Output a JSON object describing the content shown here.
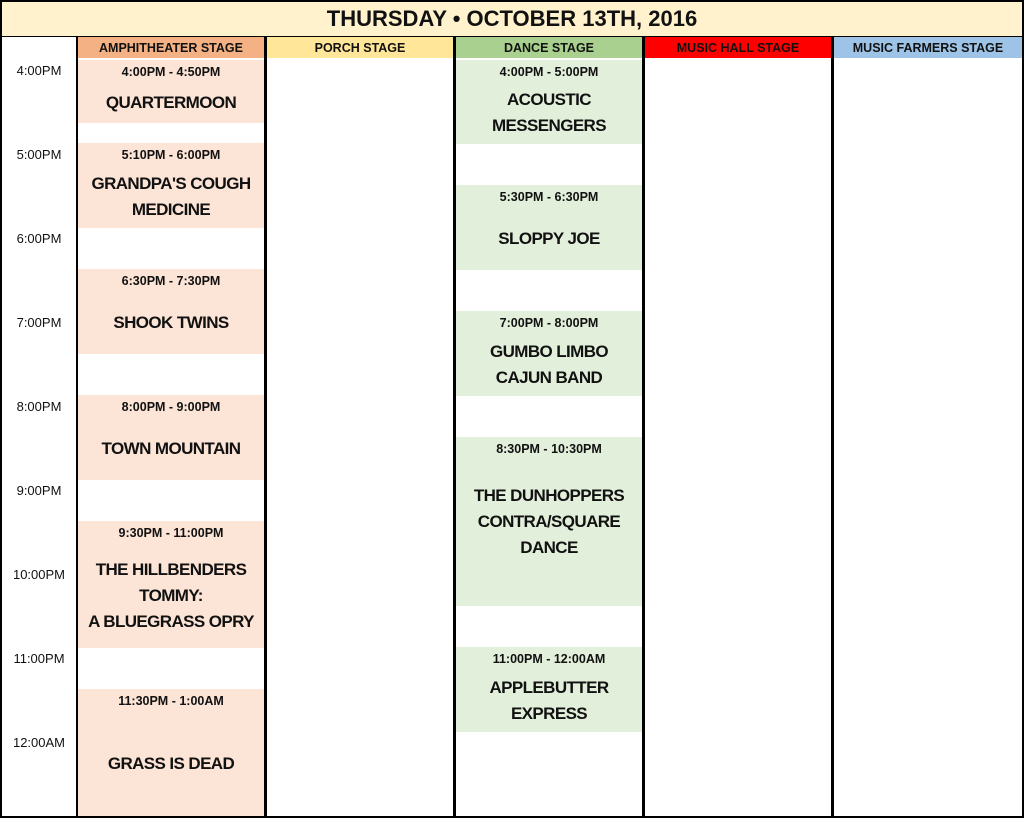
{
  "title": "THURSDAY • OCTOBER 13TH, 2016",
  "times": [
    "4:00PM",
    "5:00PM",
    "6:00PM",
    "7:00PM",
    "8:00PM",
    "9:00PM",
    "10:00PM",
    "11:00PM",
    "12:00AM"
  ],
  "stages": [
    {
      "name": "AMPHITHEATER STAGE",
      "color": "#f4b183"
    },
    {
      "name": "PORCH STAGE",
      "color": "#ffe699"
    },
    {
      "name": "DANCE STAGE",
      "color": "#a9d08e"
    },
    {
      "name": "MUSIC HALL STAGE",
      "color": "#ff0000"
    },
    {
      "name": "MUSIC FARMERS STAGE",
      "color": "#9dc3e6"
    }
  ],
  "amphitheater": [
    {
      "time": "4:00PM - 4:50PM",
      "name": "QUARTERMOON"
    },
    {
      "time": "5:10PM - 6:00PM",
      "name": "GRANDPA'S COUGH\nMEDICINE"
    },
    {
      "time": "6:30PM - 7:30PM",
      "name": "SHOOK TWINS"
    },
    {
      "time": "8:00PM - 9:00PM",
      "name": "TOWN MOUNTAIN"
    },
    {
      "time": "9:30PM - 11:00PM",
      "name": "THE HILLBENDERS\nTOMMY:\nA BLUEGRASS OPRY"
    },
    {
      "time": "11:30PM - 1:00AM",
      "name": "GRASS IS DEAD"
    }
  ],
  "dance": [
    {
      "time": "4:00PM - 5:00PM",
      "name": "ACOUSTIC\nMESSENGERS"
    },
    {
      "time": "5:30PM - 6:30PM",
      "name": "SLOPPY JOE"
    },
    {
      "time": "7:00PM - 8:00PM",
      "name": "GUMBO LIMBO\nCAJUN BAND"
    },
    {
      "time": "8:30PM - 10:30PM",
      "name": "THE DUNHOPPERS\nCONTRA/SQUARE\nDANCE"
    },
    {
      "time": "11:00PM - 12:00AM",
      "name": "APPLEBUTTER\nEXPRESS"
    }
  ]
}
